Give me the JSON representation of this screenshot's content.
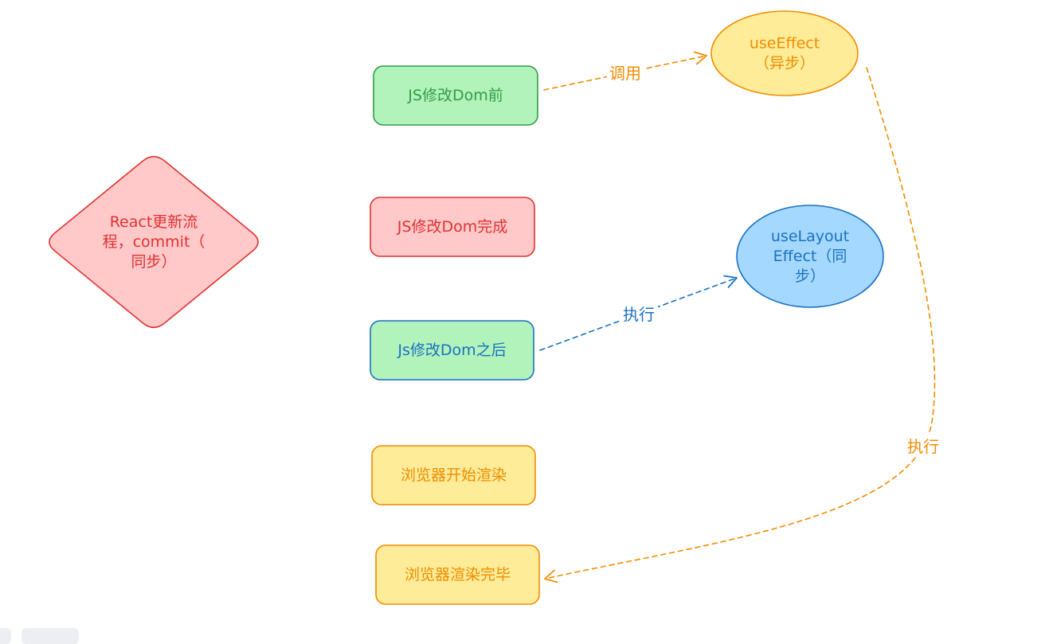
{
  "diagram": {
    "nodes": [
      {
        "id": "commit",
        "shape": "diamond",
        "lines": [
          "React更新流",
          "程，commit（",
          "同步）"
        ],
        "fill": "#ffc9c9",
        "stroke": "#e03131",
        "text_color": "#e03131"
      },
      {
        "id": "before",
        "shape": "rect",
        "lines": [
          "JS修改Dom前"
        ],
        "fill": "#b2f2bb",
        "stroke": "#2f9e44",
        "text_color": "#2f9e44"
      },
      {
        "id": "done",
        "shape": "rect",
        "lines": [
          "JS修改Dom完成"
        ],
        "fill": "#ffc9c9",
        "stroke": "#e03131",
        "text_color": "#e03131"
      },
      {
        "id": "after",
        "shape": "rect",
        "lines": [
          "Js修改Dom之后"
        ],
        "fill": "#b2f2bb",
        "stroke": "#1971c2",
        "text_color": "#1971c2"
      },
      {
        "id": "render-start",
        "shape": "rect",
        "lines": [
          "浏览器开始渲染"
        ],
        "fill": "#ffec99",
        "stroke": "#f08c00",
        "text_color": "#f08c00"
      },
      {
        "id": "render-end",
        "shape": "rect",
        "lines": [
          "浏览器渲染完毕"
        ],
        "fill": "#ffec99",
        "stroke": "#f08c00",
        "text_color": "#f08c00"
      },
      {
        "id": "useeffect",
        "shape": "ellipse",
        "lines": [
          "useEffect",
          "（异步）"
        ],
        "fill": "#ffec99",
        "stroke": "#f08c00",
        "text_color": "#f08c00"
      },
      {
        "id": "uselayout",
        "shape": "ellipse",
        "lines": [
          "useLayout",
          "Effect（同",
          "步）"
        ],
        "fill": "#a5d8ff",
        "stroke": "#1971c2",
        "text_color": "#1971c2"
      }
    ],
    "edges": [
      {
        "id": "call-useeffect",
        "from": "before",
        "to": "useeffect",
        "label": "调用",
        "color": "#f08c00"
      },
      {
        "id": "exec-uselayout",
        "from": "after",
        "to": "uselayout",
        "label": "执行",
        "color": "#1971c2"
      },
      {
        "id": "exec-render-end",
        "from": "useeffect",
        "to": "render-end",
        "label": "执行",
        "color": "#f08c00"
      }
    ]
  }
}
